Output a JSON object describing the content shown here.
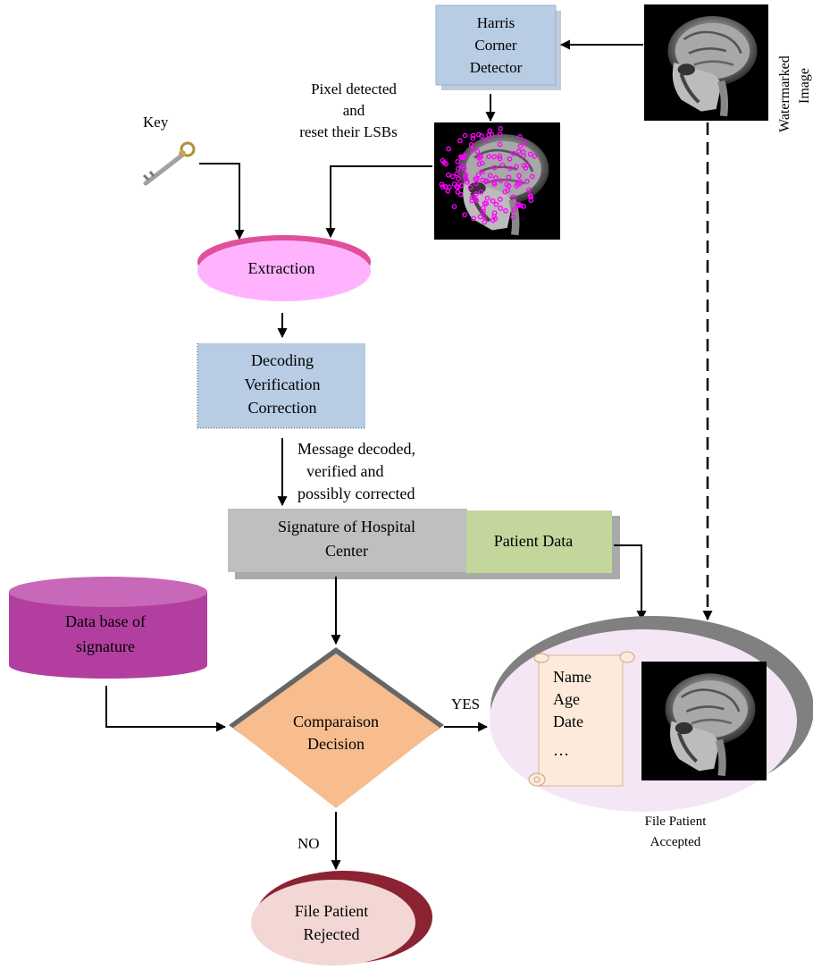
{
  "nodes": {
    "harris": [
      "Harris",
      "Corner",
      "Detector"
    ],
    "watermarked_label": [
      "Watermarked",
      "Image"
    ],
    "pixel_detected": [
      "Pixel detected",
      "and",
      "reset their  LSBs"
    ],
    "key": "Key",
    "extraction": "Extraction",
    "decoding": [
      "Decoding",
      "Verification",
      "Correction"
    ],
    "message_decoded": [
      "Message decoded,",
      "verified and",
      "possibly corrected"
    ],
    "signature": [
      "Signature of Hospital",
      "Center"
    ],
    "patient_data": "Patient Data",
    "database": [
      "Data base of",
      "signature"
    ],
    "comparison": [
      "Comparaison",
      "Decision"
    ],
    "yes": "YES",
    "no": "NO",
    "file_fields": [
      "Name",
      "Age",
      "Date",
      "…"
    ],
    "accepted": [
      "File Patient",
      "Accepted"
    ],
    "rejected": [
      "File Patient",
      "Rejected"
    ]
  },
  "colors": {
    "blue_box": "#b8cce4",
    "pink_ellipse": "#ffb3ff",
    "pink_rim": "#e0509a",
    "gray_box": "#bfbfbf",
    "green_box": "#c3d69b",
    "db_purple": "#b23fa0",
    "db_top": "#c868b8",
    "diamond_fill": "#f8bd8e",
    "accepted_fill": "#f5e6f5",
    "parchment": "#fdeadb",
    "rejected_fill": "#f2d7d5",
    "rejected_rim": "#8b2332",
    "corner_points": "#ff00ff"
  },
  "icons": {
    "mri_image": "mri-brain-image",
    "key": "key-icon",
    "scroll": "scroll-icon"
  }
}
